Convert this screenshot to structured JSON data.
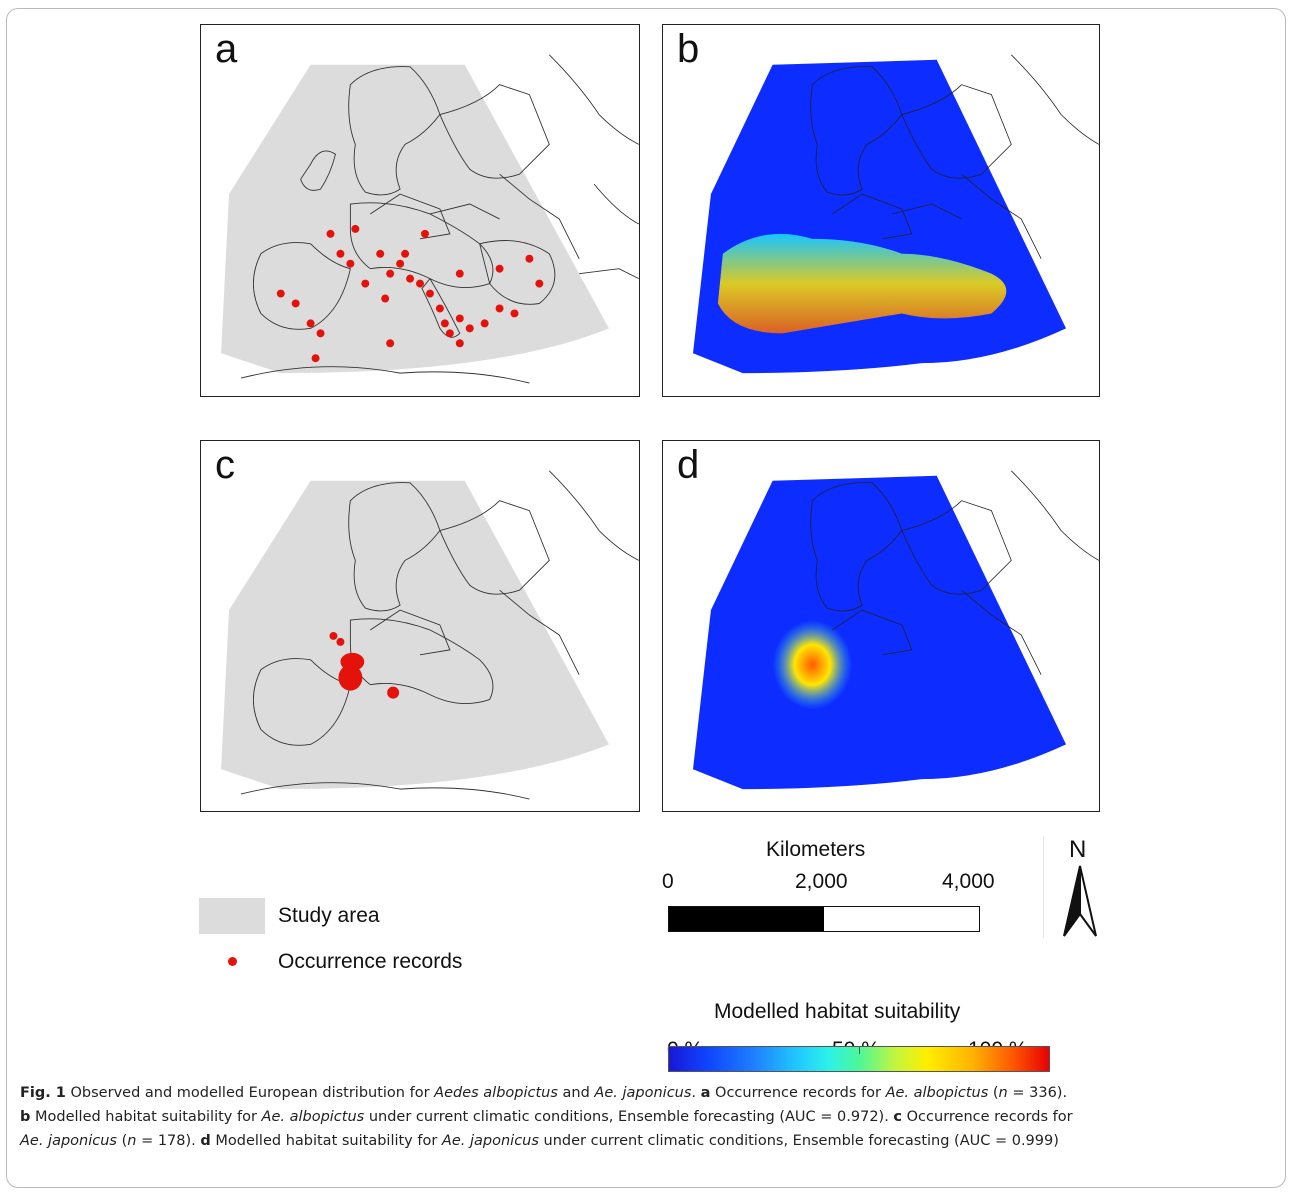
{
  "panels": [
    {
      "letter": "a",
      "type": "occurrence"
    },
    {
      "letter": "b",
      "type": "suitability"
    },
    {
      "letter": "c",
      "type": "occurrence"
    },
    {
      "letter": "d",
      "type": "suitability"
    }
  ],
  "legend": {
    "study_area_label": "Study area",
    "occurrence_label": "Occurrence records",
    "study_area_color": "#dcdcdc",
    "occurrence_color": "#e3120b"
  },
  "scale_bar": {
    "title": "Kilometers",
    "ticks": [
      "0",
      "2,000",
      "4,000"
    ],
    "filled_fraction": 0.5
  },
  "north_arrow": {
    "label": "N",
    "icon": "north-arrow-icon"
  },
  "suitability_bar": {
    "title": "Modelled habitat suitability",
    "ticks": [
      "0 %",
      "50 %",
      "100 %"
    ],
    "colors": [
      "#1a17d6",
      "#21c3ff",
      "#4cf79a",
      "#ffee00",
      "#ff5c00",
      "#e80000"
    ]
  },
  "caption": {
    "fig_label": "Fig. 1",
    "s1": " Observed and modelled European distribution for ",
    "s2": "Aedes albopictus",
    "s3": " and ",
    "s4": "Ae. japonicus",
    "s5": ". ",
    "a_label": "a",
    "a1": " Occurrence records for ",
    "a2": "Ae. albopictus",
    "a3": " (",
    "a4": "n",
    "a5": " = 336).",
    "b_label": "b",
    "b1": " Modelled habitat suitability for ",
    "b2": "Ae. albopictus",
    "b3": " under current climatic conditions, Ensemble forecasting (AUC = 0.972). ",
    "c_label": "c",
    "c1": " Occurrence records for ",
    "c2": "Ae. japonicus",
    "c3": " (",
    "c4": "n",
    "c5": " = 178). ",
    "d_label": "d",
    "d1": " Modelled habitat suitability for ",
    "d2": "Ae. japonicus",
    "d3": " under current climatic conditions, Ensemble forecasting (AUC = 0.999)"
  }
}
